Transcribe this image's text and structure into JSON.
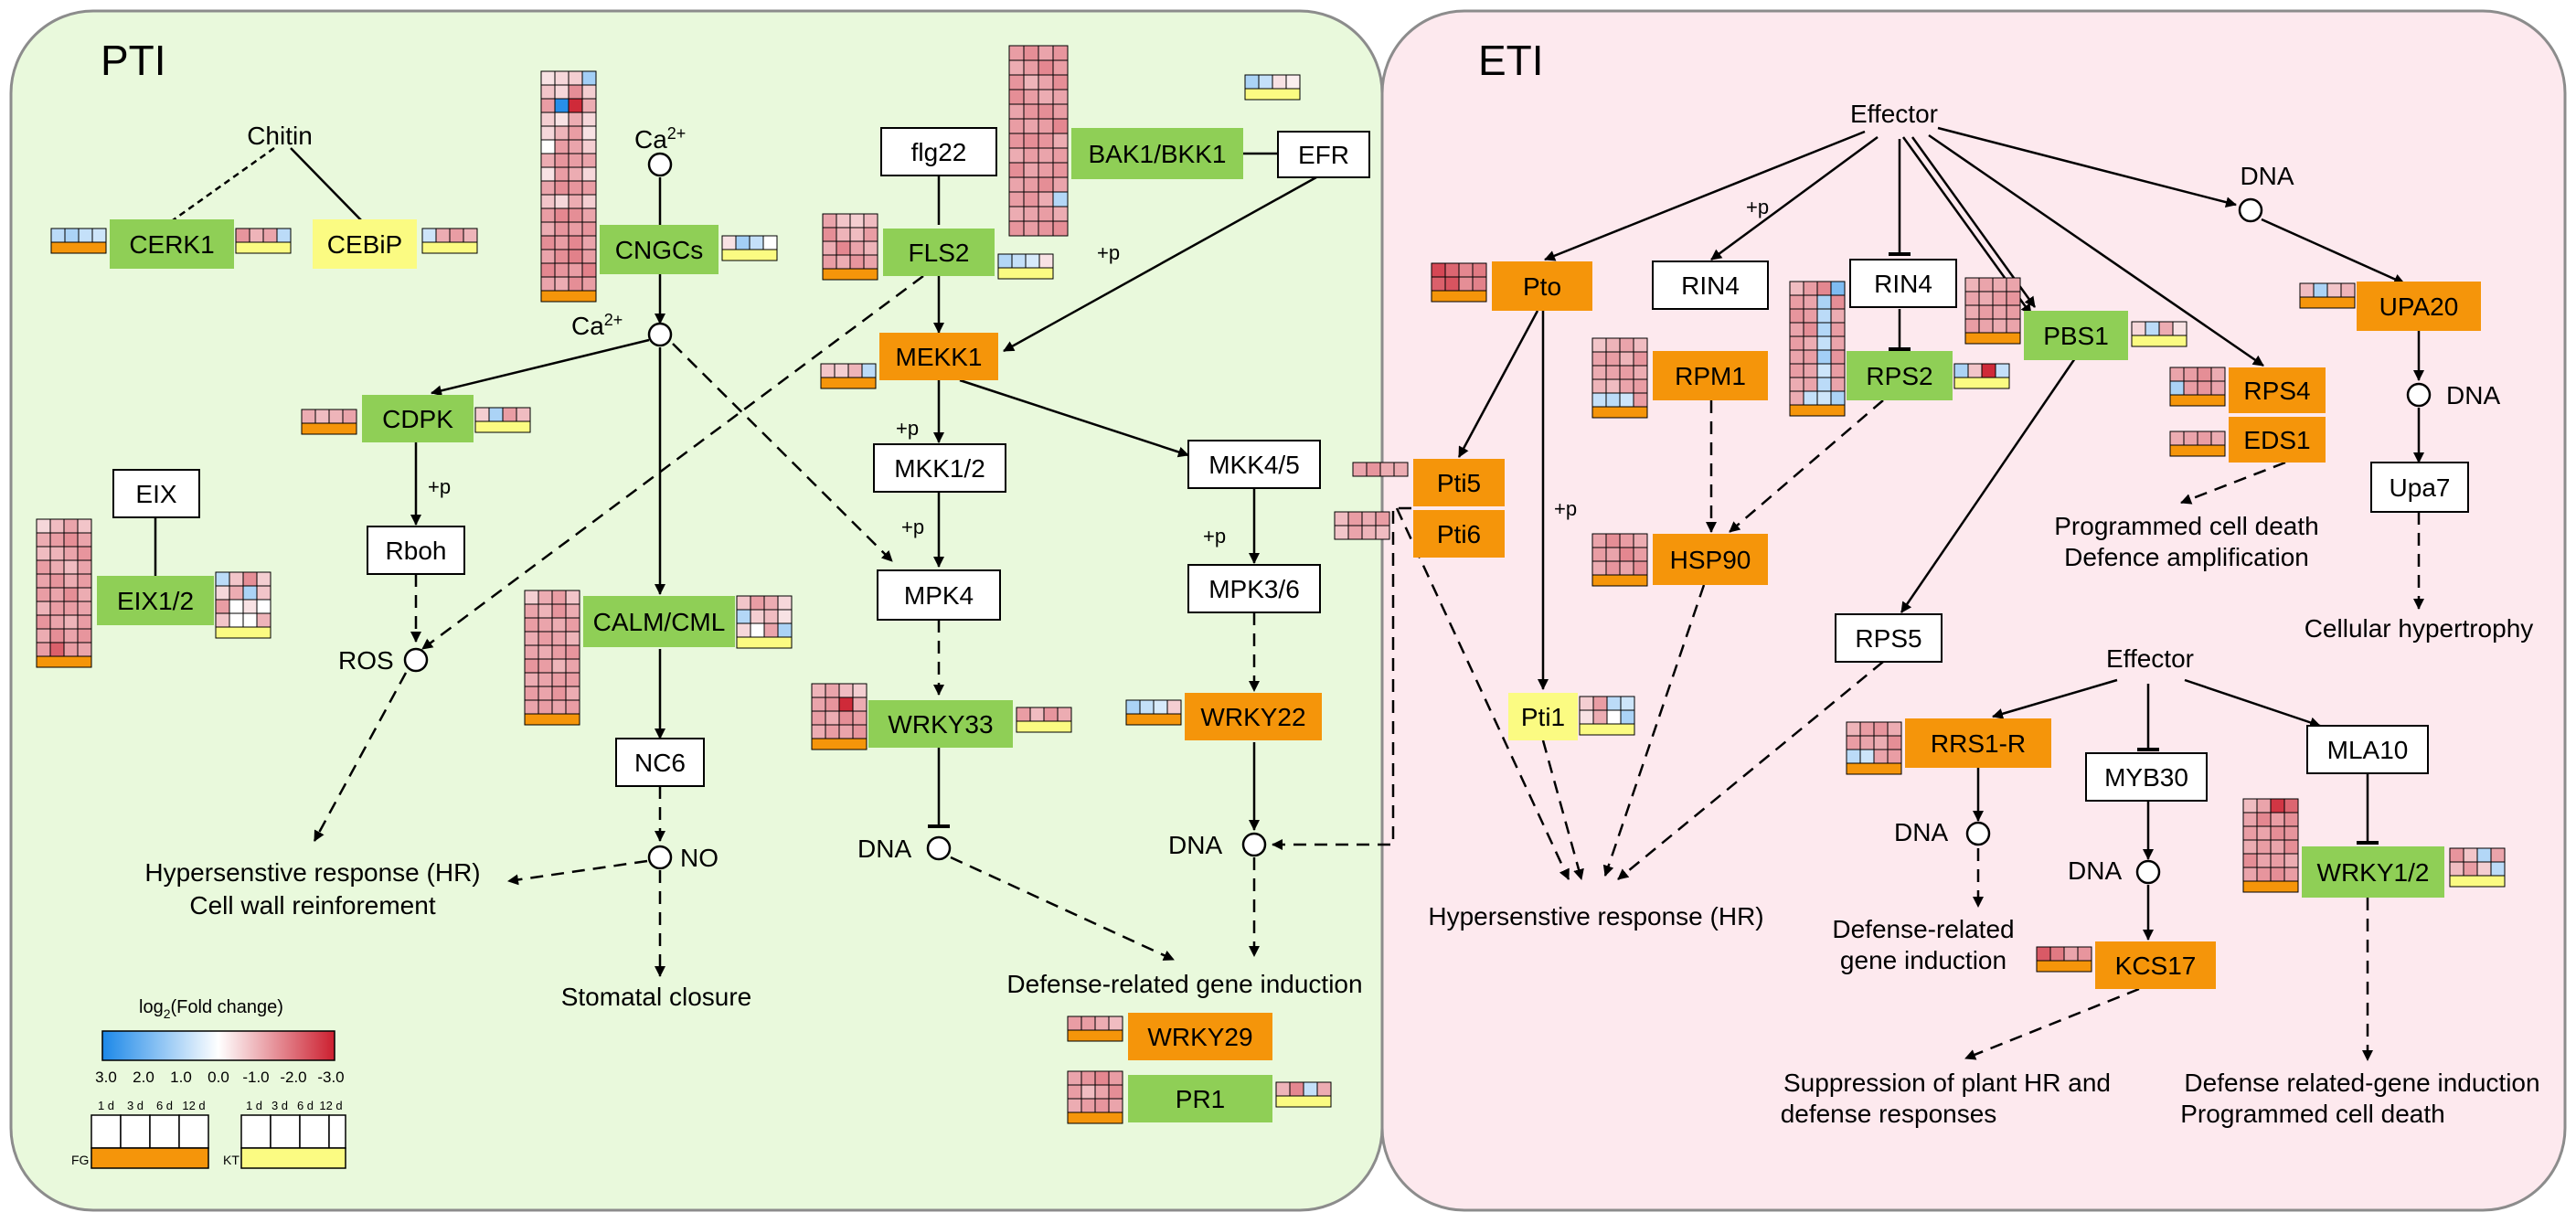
{
  "panels": {
    "pti": {
      "title": "PTI",
      "background": "#e9f9dc"
    },
    "eti": {
      "title": "ETI",
      "background": "#fde9ee"
    }
  },
  "colors": {
    "green_node": "#8fcf56",
    "orange_node": "#f5950a",
    "yellow_node": "#fbfb82",
    "up_red": "#cc1f2f",
    "down_blue": "#1c88e8",
    "fg_bar": "#f5950a",
    "kt_bar": "#fbfb82"
  },
  "nodes": {
    "chitin": "Chitin",
    "cerk1": "CERK1",
    "cebip": "CEBiP",
    "ca_top": "Ca",
    "ca_mid": "Ca",
    "ca_sup": "2+",
    "cngcs": "CNGCs",
    "flg22": "flg22",
    "fls2": "FLS2",
    "bak1": "BAK1/BKK1",
    "efr": "EFR",
    "mekk1": "MEKK1",
    "cdpk": "CDPK",
    "eix": "EIX",
    "eix12": "EIX1/2",
    "rboh": "Rboh",
    "ros": "ROS",
    "calm": "CALM/CML",
    "nc6": "NC6",
    "no": "NO",
    "mkk12": "MKK1/2",
    "mkk45": "MKK4/5",
    "mpk4": "MPK4",
    "mpk36": "MPK3/6",
    "wrky33": "WRKY33",
    "wrky22": "WRKY22",
    "dna1": "DNA",
    "dna2": "DNA",
    "pti5": "Pti5",
    "pti6": "Pti6",
    "wrky29": "WRKY29",
    "pr1": "PR1",
    "hr_cell_1": "Hypersenstive response (HR)",
    "hr_cell_2": "Cell wall reinforement",
    "stomatal": "Stomatal closure",
    "defense_induction": "Defense-related gene induction",
    "p_cdpk": "+p",
    "p_mkk12": "+p",
    "p_mpk4": "+p",
    "p_mpk36": "+p",
    "p_fls2": "+p",
    "effector_top": "Effector",
    "dna_eti": "DNA",
    "p_rin4": "+p",
    "pto": "Pto",
    "rin4_a": "RIN4",
    "rin4_b": "RIN4",
    "rps2": "RPS2",
    "pbs1": "PBS1",
    "rpm1": "RPM1",
    "hsp90": "HSP90",
    "rps4": "RPS4",
    "eds1": "EDS1",
    "upa20": "UPA20",
    "dna_upa": "DNA",
    "upa7": "Upa7",
    "pcd_1": "Programmed cell death",
    "pcd_2": "Defence amplification",
    "hypertrophy": "Cellular hypertrophy",
    "p_pti1": "+p",
    "pti1": "Pti1",
    "rps5": "RPS5",
    "effector_bottom": "Effector",
    "rrs1r": "RRS1-R",
    "myb30": "MYB30",
    "mla10": "MLA10",
    "dna_rrs": "DNA",
    "dna_myb": "DNA",
    "kcs17": "KCS17",
    "wrky12": "WRKY1/2",
    "hr_eti": "Hypersenstive response (HR)",
    "def_rel_1": "Defense-related",
    "def_rel_2": "gene induction",
    "supp_1": "Suppression of plant HR and",
    "supp_2": "defense responses",
    "def_pcd_1": "Defense related-gene induction",
    "def_pcd_2": "Programmed cell death"
  },
  "legend": {
    "title_pre": "log",
    "title_sub": "2",
    "title_post": "(Fold change)",
    "ticks": [
      "3.0",
      "2.0",
      "1.0",
      "0.0",
      "-1.0",
      "-2.0",
      "-3.0"
    ],
    "days_fg": [
      "1 d",
      "3 d",
      "6 d",
      "12 d"
    ],
    "days_kt": [
      "1 d",
      "3 d",
      "6 d",
      "12 d"
    ],
    "fg": "FG",
    "kt": "KT"
  },
  "heatmaps": [
    {
      "id": "cerk1",
      "bar": "fg",
      "cells": [
        [
          -0.6,
          -0.8,
          -0.5,
          -0.4
        ]
      ]
    },
    {
      "id": "cerk1-kt",
      "bar": "kt",
      "cells": [
        [
          1.1,
          0.7,
          0.9,
          -0.6
        ]
      ]
    },
    {
      "id": "cebip",
      "bar": "kt",
      "cells": [
        [
          -0.4,
          0.8,
          1.0,
          0.7
        ]
      ]
    },
    {
      "id": "cngcs-big",
      "bar": "fg",
      "cells": [
        [
          0.2,
          0.3,
          0.4,
          -0.9
        ],
        [
          0.5,
          0.3,
          1.2,
          0.4
        ],
        [
          1.0,
          -2.8,
          2.8,
          0.8
        ],
        [
          0.4,
          0.2,
          0.8,
          0.3
        ],
        [
          0.3,
          0.7,
          1.0,
          0.2
        ],
        [
          0.0,
          1.0,
          0.9,
          0.4
        ],
        [
          0.8,
          1.1,
          1.0,
          0.9
        ],
        [
          0.2,
          1.0,
          0.8,
          0.3
        ],
        [
          0.9,
          1.2,
          1.1,
          1.0
        ],
        [
          0.5,
          0.3,
          0.8,
          0.4
        ],
        [
          1.0,
          1.3,
          1.2,
          0.9
        ],
        [
          0.8,
          1.1,
          1.0,
          1.1
        ],
        [
          1.2,
          1.0,
          1.3,
          0.9
        ],
        [
          0.9,
          1.2,
          1.4,
          1.0
        ],
        [
          1.3,
          1.1,
          1.0,
          1.4
        ],
        [
          0.9,
          0.8,
          1.2,
          1.0
        ]
      ]
    },
    {
      "id": "cngcs-kt",
      "bar": "kt",
      "cells": [
        [
          0.2,
          -0.9,
          -0.5,
          0.0
        ]
      ]
    },
    {
      "id": "fls2",
      "bar": "fg",
      "cells": [
        [
          0.9,
          0.5,
          0.4,
          0.6
        ],
        [
          1.2,
          0.7,
          0.6,
          1.0
        ],
        [
          0.8,
          1.3,
          0.9,
          0.7
        ],
        [
          1.0,
          0.8,
          1.1,
          0.9
        ]
      ]
    },
    {
      "id": "fls2-kt",
      "bar": "kt",
      "cells": [
        [
          -0.7,
          -0.5,
          -0.3,
          0.2
        ]
      ]
    },
    {
      "id": "bak1",
      "bar": "none",
      "cells": [
        [
          1.0,
          1.2,
          0.9,
          1.1
        ],
        [
          0.8,
          1.0,
          1.3,
          1.0
        ],
        [
          1.1,
          0.7,
          0.9,
          1.2
        ],
        [
          1.2,
          1.0,
          0.8,
          0.9
        ],
        [
          0.9,
          1.1,
          1.2,
          1.0
        ],
        [
          1.0,
          0.9,
          1.0,
          1.3
        ],
        [
          1.1,
          1.2,
          1.1,
          0.8
        ],
        [
          0.8,
          1.0,
          0.9,
          1.0
        ],
        [
          1.2,
          0.9,
          1.0,
          1.1
        ],
        [
          0.9,
          1.0,
          1.2,
          0.9
        ],
        [
          1.0,
          1.1,
          0.8,
          -0.7
        ],
        [
          0.8,
          0.9,
          1.0,
          0.8
        ],
        [
          1.1,
          1.0,
          1.1,
          1.2
        ]
      ]
    },
    {
      "id": "bak1-kt",
      "bar": "kt",
      "cells": [
        [
          -0.8,
          -0.5,
          0.2,
          0.1
        ]
      ]
    },
    {
      "id": "mekk1",
      "bar": "fg",
      "cells": [
        [
          0.5,
          0.4,
          0.7,
          -0.6
        ]
      ]
    },
    {
      "id": "cdpk",
      "bar": "fg",
      "cells": [
        [
          0.8,
          0.6,
          0.7,
          0.9
        ]
      ]
    },
    {
      "id": "cdpk-kt",
      "bar": "kt",
      "cells": [
        [
          0.4,
          -0.8,
          1.0,
          0.6
        ]
      ]
    },
    {
      "id": "eix12",
      "bar": "fg",
      "cells": [
        [
          0.3,
          0.6,
          0.9,
          0.5
        ],
        [
          0.8,
          1.0,
          1.2,
          0.9
        ],
        [
          0.6,
          0.7,
          0.9,
          1.1
        ],
        [
          1.0,
          0.8,
          0.6,
          0.9
        ],
        [
          0.9,
          1.1,
          0.8,
          1.0
        ],
        [
          1.0,
          0.9,
          1.2,
          0.8
        ],
        [
          0.7,
          1.0,
          1.0,
          0.9
        ],
        [
          1.1,
          0.9,
          0.7,
          1.0
        ],
        [
          0.8,
          1.2,
          0.9,
          1.1
        ],
        [
          1.0,
          1.9,
          1.0,
          0.9
        ]
      ]
    },
    {
      "id": "eix12-kt",
      "bar": "kt",
      "cells": [
        [
          -0.6,
          0.5,
          1.2,
          0.4
        ],
        [
          0.3,
          0.8,
          -0.8,
          0.5
        ],
        [
          1.0,
          0.0,
          0.2,
          0.0
        ],
        [
          0.5,
          0.0,
          0.0,
          0.7
        ]
      ]
    },
    {
      "id": "calm",
      "bar": "fg",
      "cells": [
        [
          0.4,
          0.8,
          1.0,
          0.5
        ],
        [
          0.9,
          0.7,
          1.1,
          0.8
        ],
        [
          1.0,
          0.9,
          0.8,
          1.0
        ],
        [
          0.8,
          1.0,
          0.9,
          0.7
        ],
        [
          0.9,
          0.8,
          1.0,
          1.1
        ],
        [
          1.1,
          1.0,
          0.7,
          0.9
        ],
        [
          0.8,
          0.9,
          1.0,
          1.0
        ],
        [
          1.0,
          0.9,
          1.1,
          0.8
        ],
        [
          0.9,
          1.0,
          0.9,
          1.0
        ]
      ]
    },
    {
      "id": "calm-kt",
      "bar": "kt",
      "cells": [
        [
          0.5,
          1.0,
          0.8,
          0.3
        ],
        [
          -0.7,
          0.4,
          0.6,
          0.2
        ],
        [
          0.3,
          0.0,
          0.9,
          -0.8
        ]
      ]
    },
    {
      "id": "wrky33",
      "bar": "fg",
      "cells": [
        [
          0.7,
          0.9,
          0.6,
          0.4
        ],
        [
          0.9,
          1.1,
          2.8,
          0.8
        ],
        [
          1.0,
          0.8,
          1.2,
          1.0
        ],
        [
          0.8,
          1.0,
          0.9,
          1.1
        ]
      ]
    },
    {
      "id": "wrky33-kt",
      "bar": "kt",
      "cells": [
        [
          1.0,
          0.6,
          1.1,
          0.8
        ]
      ]
    },
    {
      "id": "wrky22",
      "bar": "fg",
      "cells": [
        [
          -0.8,
          -0.5,
          -0.3,
          0.4
        ]
      ]
    },
    {
      "id": "pti5",
      "bar": "none",
      "cells": [
        [
          0.9,
          1.1,
          0.8,
          0.8
        ]
      ]
    },
    {
      "id": "pti6",
      "bar": "none",
      "cells": [
        [
          0.6,
          1.0,
          0.8,
          1.0
        ],
        [
          0.5,
          0.9,
          0.7,
          0.6
        ]
      ]
    },
    {
      "id": "wrky29",
      "bar": "fg",
      "cells": [
        [
          1.0,
          1.0,
          0.8,
          0.6
        ]
      ]
    },
    {
      "id": "pr1",
      "bar": "fg",
      "cells": [
        [
          0.9,
          1.1,
          1.3,
          1.0
        ],
        [
          1.0,
          0.6,
          0.9,
          1.2
        ],
        [
          0.8,
          1.0,
          1.1,
          0.9
        ]
      ]
    },
    {
      "id": "pr1-kt",
      "bar": "kt",
      "cells": [
        [
          0.7,
          1.3,
          -0.5,
          0.8
        ]
      ]
    },
    {
      "id": "pto",
      "bar": "fg",
      "cells": [
        [
          2.3,
          1.8,
          1.3,
          1.5
        ],
        [
          1.9,
          2.1,
          1.2,
          1.4
        ]
      ]
    },
    {
      "id": "rpm1",
      "bar": "fg",
      "cells": [
        [
          0.5,
          0.7,
          0.9,
          0.6
        ],
        [
          0.9,
          1.0,
          0.7,
          1.1
        ],
        [
          0.8,
          0.9,
          1.0,
          0.8
        ],
        [
          0.7,
          0.6,
          0.9,
          1.0
        ],
        [
          -0.5,
          -0.6,
          -0.4,
          1.0
        ]
      ]
    },
    {
      "id": "rps2",
      "bar": "fg",
      "cells": [
        [
          0.6,
          1.0,
          1.3,
          -1.4
        ],
        [
          1.0,
          0.9,
          -0.8,
          1.2
        ],
        [
          1.1,
          1.0,
          -0.6,
          0.8
        ],
        [
          0.9,
          1.2,
          -0.7,
          1.0
        ],
        [
          1.0,
          0.8,
          -0.5,
          0.9
        ],
        [
          0.9,
          1.0,
          -0.9,
          1.1
        ],
        [
          1.0,
          0.9,
          -0.4,
          1.0
        ],
        [
          0.8,
          0.9,
          -0.6,
          0.9
        ],
        [
          0.8,
          -0.5,
          -0.4,
          -0.8
        ]
      ]
    },
    {
      "id": "rps2-kt",
      "bar": "kt",
      "cells": [
        [
          -0.8,
          0.5,
          2.8,
          -0.5
        ]
      ]
    },
    {
      "id": "pbs1",
      "bar": "fg",
      "cells": [
        [
          0.7,
          0.9,
          0.8,
          0.9
        ],
        [
          0.9,
          0.8,
          1.0,
          1.1
        ],
        [
          0.8,
          1.0,
          0.9,
          1.0
        ],
        [
          1.0,
          0.9,
          0.8,
          0.9
        ]
      ]
    },
    {
      "id": "pbs1-kt",
      "bar": "kt",
      "cells": [
        [
          0.3,
          -0.6,
          0.8,
          0.2
        ]
      ]
    },
    {
      "id": "rps4",
      "bar": "fg",
      "cells": [
        [
          0.9,
          1.0,
          1.2,
          0.8
        ],
        [
          -0.8,
          1.0,
          1.1,
          0.9
        ]
      ]
    },
    {
      "id": "eds1",
      "bar": "fg",
      "cells": [
        [
          0.8,
          0.9,
          1.0,
          0.8
        ]
      ]
    },
    {
      "id": "upa20",
      "bar": "fg",
      "cells": [
        [
          0.6,
          -0.8,
          0.5,
          0.7
        ]
      ]
    },
    {
      "id": "hsp90",
      "bar": "fg",
      "cells": [
        [
          0.9,
          1.2,
          1.0,
          0.8
        ],
        [
          1.0,
          0.9,
          1.3,
          1.0
        ],
        [
          0.8,
          1.1,
          0.9,
          1.2
        ]
      ]
    },
    {
      "id": "pti1-kt",
      "bar": "kt",
      "cells": [
        [
          0.4,
          1.0,
          -0.6,
          -0.4
        ],
        [
          0.2,
          0.8,
          0.0,
          -0.8
        ]
      ]
    },
    {
      "id": "rrs1r",
      "bar": "fg",
      "cells": [
        [
          0.7,
          1.0,
          1.1,
          0.8
        ],
        [
          1.0,
          0.9,
          0.8,
          1.2
        ],
        [
          -0.6,
          -0.4,
          0.9,
          1.0
        ]
      ]
    },
    {
      "id": "kcs17",
      "bar": "fg",
      "cells": [
        [
          2.0,
          1.5,
          0.9,
          1.1
        ]
      ]
    },
    {
      "id": "wrky12",
      "bar": "fg",
      "cells": [
        [
          0.6,
          0.9,
          2.6,
          1.8
        ],
        [
          0.9,
          1.3,
          1.0,
          1.2
        ],
        [
          1.0,
          0.9,
          1.2,
          1.1
        ],
        [
          0.8,
          1.0,
          0.9,
          1.2
        ],
        [
          1.2,
          0.9,
          1.0,
          0.8
        ],
        [
          0.9,
          1.1,
          1.2,
          1.0
        ]
      ]
    },
    {
      "id": "wrky12-kt",
      "bar": "kt",
      "cells": [
        [
          1.1,
          0.5,
          -0.7,
          0.9
        ],
        [
          0.6,
          1.0,
          0.4,
          -0.6
        ]
      ]
    }
  ]
}
